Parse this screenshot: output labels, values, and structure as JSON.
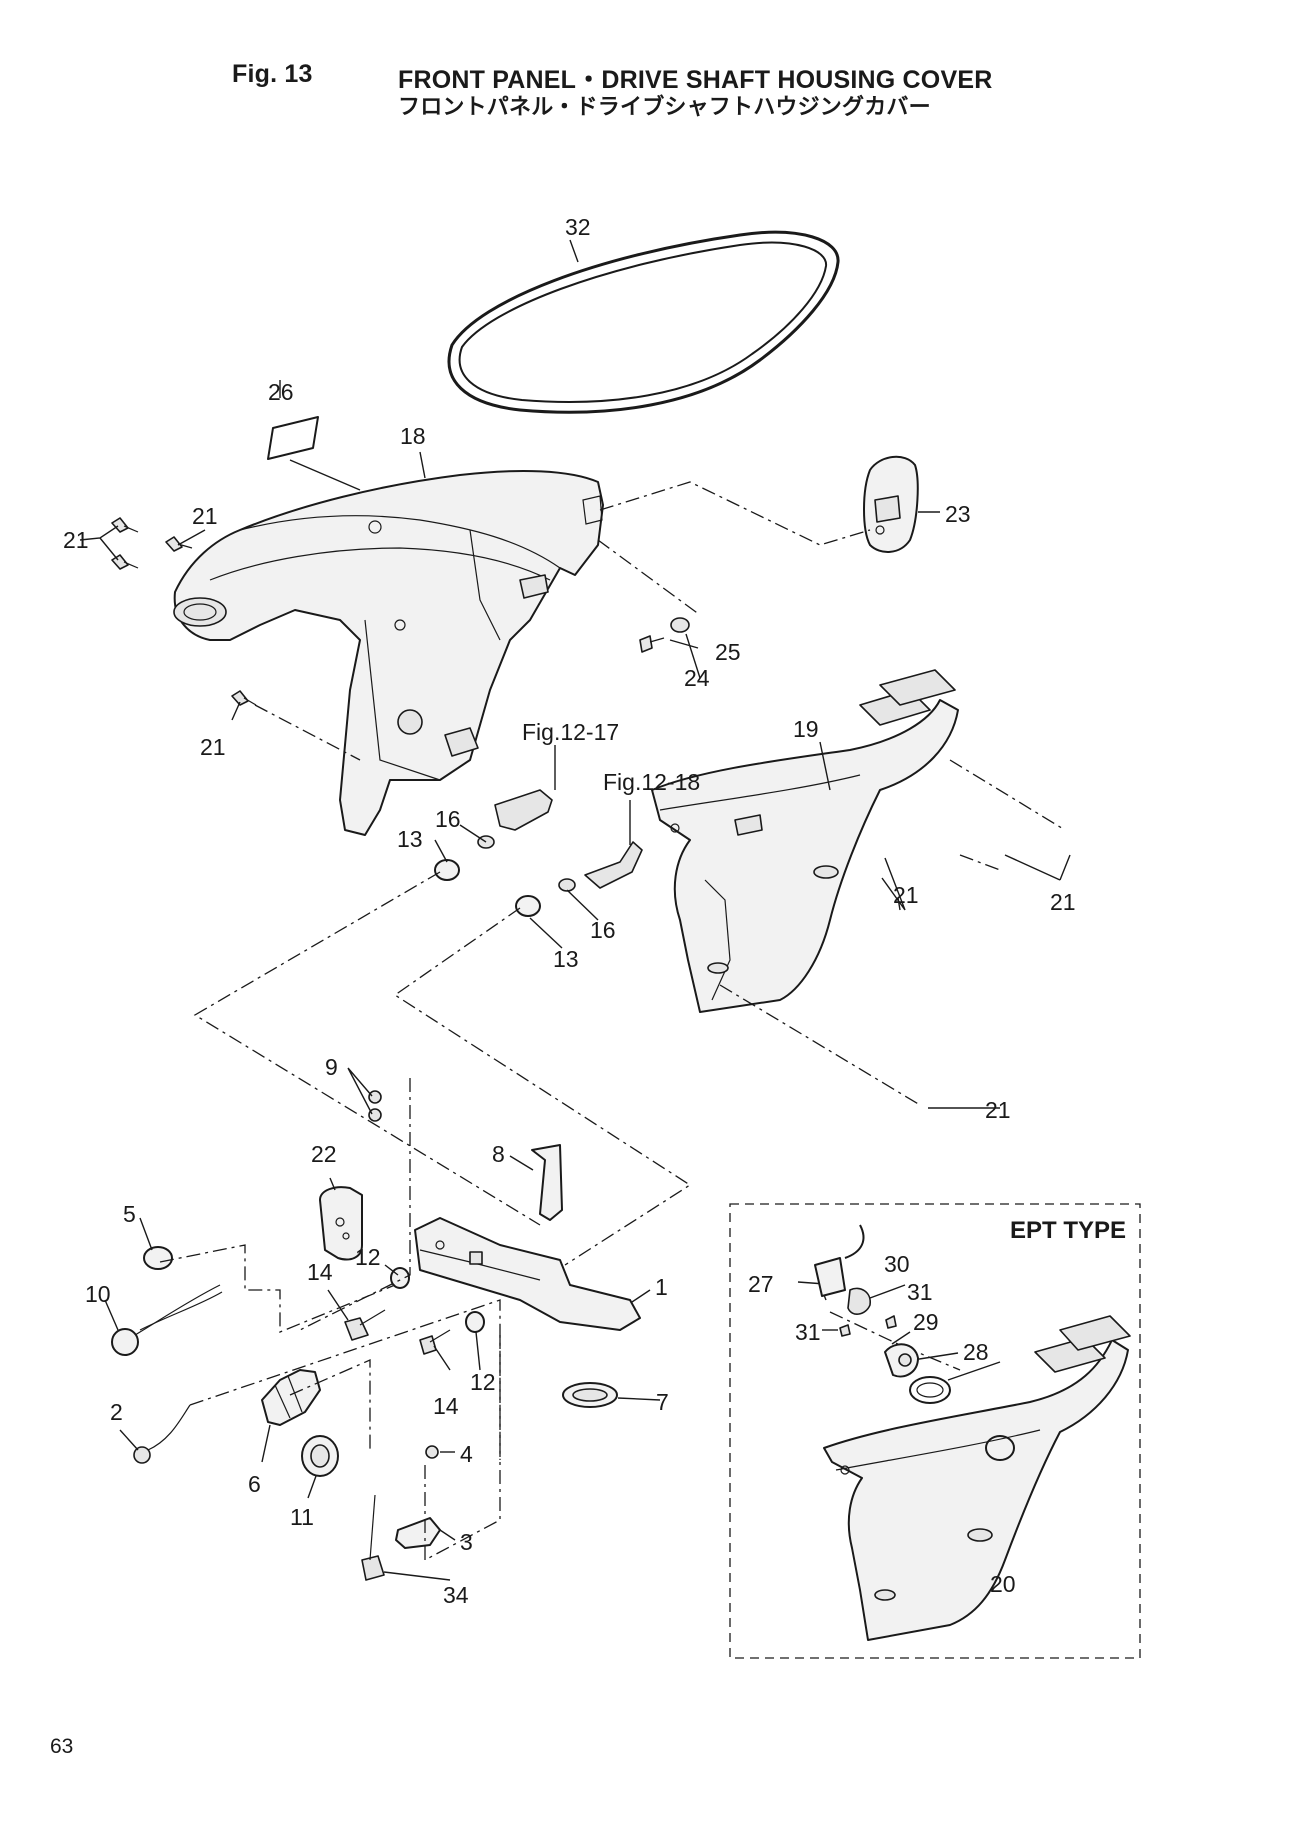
{
  "header": {
    "fig_number": "Fig. 13",
    "title_en": "FRONT PANEL・DRIVE SHAFT HOUSING COVER",
    "title_jp": "フロントパネル・ドライブシャフトハウジングカバー"
  },
  "page_number": "63",
  "inset": {
    "title": "EPT TYPE"
  },
  "callouts": {
    "c32": "32",
    "c26": "26",
    "c18": "18",
    "c23": "23",
    "c21a": "21",
    "c21b": "21",
    "c21c": "21",
    "c25": "25",
    "c24": "24",
    "fig1217": "Fig.12-17",
    "fig1218": "Fig.12-18",
    "c19": "19",
    "c21d": "21",
    "c21e": "21",
    "c21f": "21",
    "c16a": "16",
    "c13a": "13",
    "c16b": "16",
    "c13b": "13",
    "c9": "9",
    "c22": "22",
    "c8": "8",
    "c5": "5",
    "c10": "10",
    "c14a": "14",
    "c12a": "12",
    "c1": "1",
    "c14b": "14",
    "c12b": "12",
    "c7": "7",
    "c2": "2",
    "c6": "6",
    "c4": "4",
    "c11": "11",
    "c3": "3",
    "c34": "34",
    "c27": "27",
    "c30": "30",
    "c31a": "31",
    "c31b": "31",
    "c29": "29",
    "c28": "28",
    "c20": "20"
  }
}
